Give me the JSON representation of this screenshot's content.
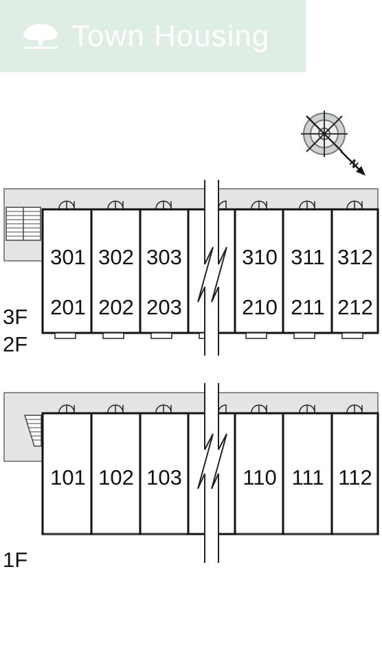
{
  "logo": {
    "text": "Town Housing"
  },
  "compass": {
    "north_label": "N"
  },
  "upper_block": {
    "floor_label_top": "3F",
    "floor_label_bottom": "2F",
    "units_top": [
      "301",
      "302",
      "303",
      "310",
      "311",
      "312"
    ],
    "units_bottom": [
      "201",
      "202",
      "203",
      "210",
      "211",
      "212"
    ]
  },
  "lower_block": {
    "floor_label": "1F",
    "units": [
      "101",
      "102",
      "103",
      "110",
      "111",
      "112"
    ]
  }
}
